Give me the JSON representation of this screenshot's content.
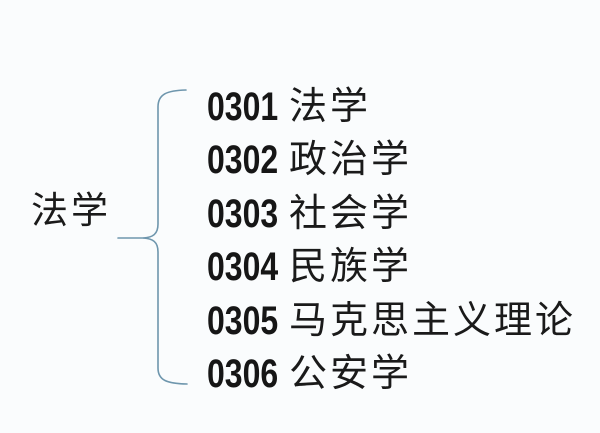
{
  "diagram": {
    "root": {
      "label": "法学"
    },
    "children": [
      {
        "code": "0301",
        "name": "法学"
      },
      {
        "code": "0302",
        "name": "政治学"
      },
      {
        "code": "0303",
        "name": "社会学"
      },
      {
        "code": "0304",
        "name": "民族学"
      },
      {
        "code": "0305",
        "name": "马克思主义理论"
      },
      {
        "code": "0306",
        "name": "公安学"
      }
    ],
    "colors": {
      "background": "#fafcfd",
      "text": "#1a1a1a",
      "brace": "#6e96ad"
    }
  }
}
